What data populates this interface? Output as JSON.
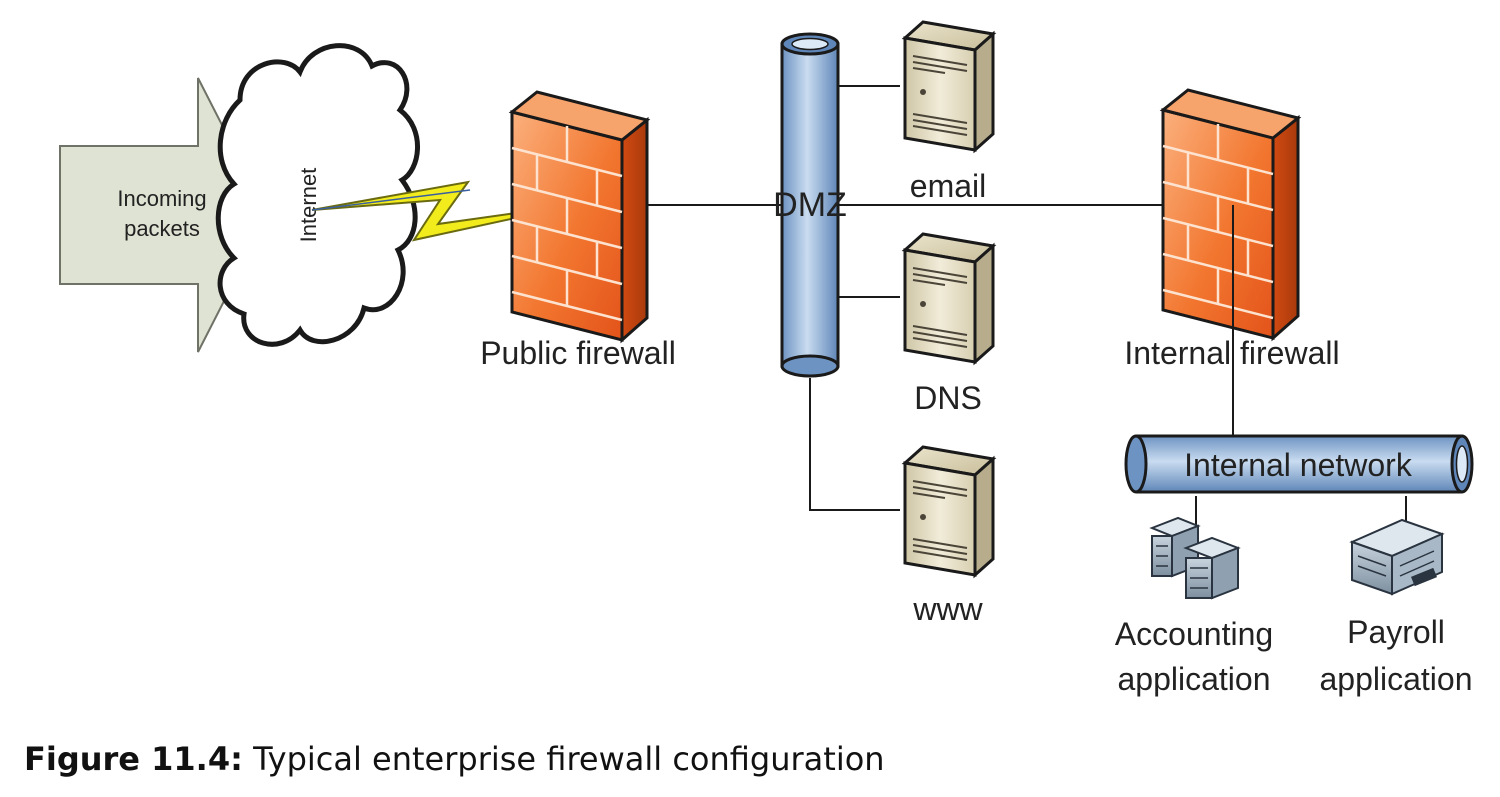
{
  "diagram": {
    "incoming_label_line1": "Incoming",
    "incoming_label_line2": "packets",
    "internet_label": "Internet",
    "public_firewall_label": "Public firewall",
    "dmz_label": "DMZ",
    "dmz_servers": {
      "email": "email",
      "dns": "DNS",
      "www": "www"
    },
    "internal_firewall_label": "Internal firewall",
    "internal_network_label": "Internal network",
    "accounting_line1": "Accounting",
    "accounting_line2": "application",
    "payroll_line1": "Payroll",
    "payroll_line2": "application",
    "icons": [
      "arrow-icon",
      "cloud-icon",
      "lightning-icon",
      "firewall-icon",
      "server-tower-icon",
      "rack-server-icon"
    ],
    "colors": {
      "firewall_orange": "#f0732f",
      "dmz_blue": "#8fb3d9",
      "server_beige": "#e4dcc2",
      "arrow_fill": "#dfe3d3",
      "lightning_yellow": "#f2ec1c"
    }
  },
  "caption": {
    "figure_number": "Figure 11.4:",
    "text": " Typical enterprise firewall configuration"
  }
}
